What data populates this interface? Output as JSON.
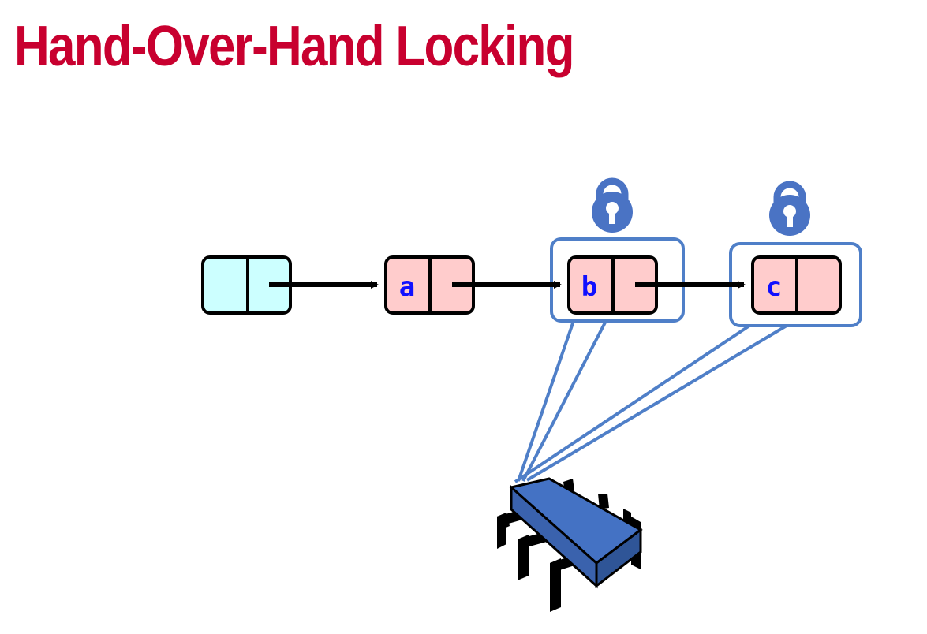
{
  "title": "Hand-Over-Hand Locking",
  "nodes": [
    {
      "id": "head",
      "label": "",
      "color": "#ccffff"
    },
    {
      "id": "a",
      "label": "a",
      "color": "#ffcccc"
    },
    {
      "id": "b",
      "label": "b",
      "color": "#ffcccc",
      "locked": true
    },
    {
      "id": "c",
      "label": "c",
      "color": "#ffcccc",
      "locked": true
    }
  ],
  "colors": {
    "title": "#c8002f",
    "lock_outline": "#4f7fc8",
    "lock_icon": "#4a73c4",
    "processor": "#4472c4",
    "arrow": "#000000"
  },
  "icons": [
    "lock-icon",
    "lock-icon",
    "processor-icon"
  ]
}
